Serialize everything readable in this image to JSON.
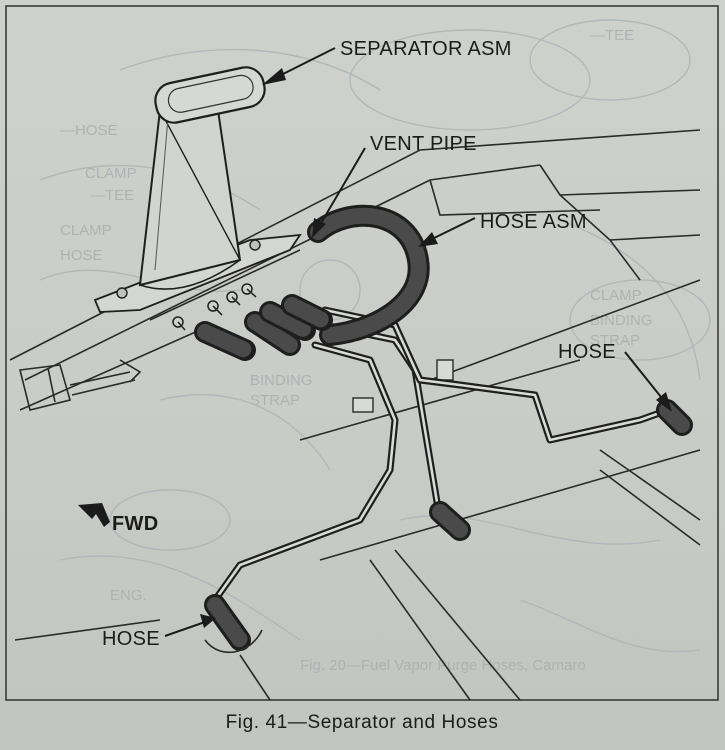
{
  "labels": {
    "separator": "SEPARATOR ASM",
    "vent_pipe": "VENT PIPE",
    "hose_asm": "HOSE ASM",
    "hose_right": "HOSE",
    "hose_bottom": "HOSE",
    "fwd": "FWD"
  },
  "caption": "Fig. 41—Separator and Hoses",
  "icons": {
    "fwd_arrow": "direction-arrow-icon"
  },
  "colors": {
    "paper": "#cfd1cd",
    "ink": "#1b1b1b"
  }
}
